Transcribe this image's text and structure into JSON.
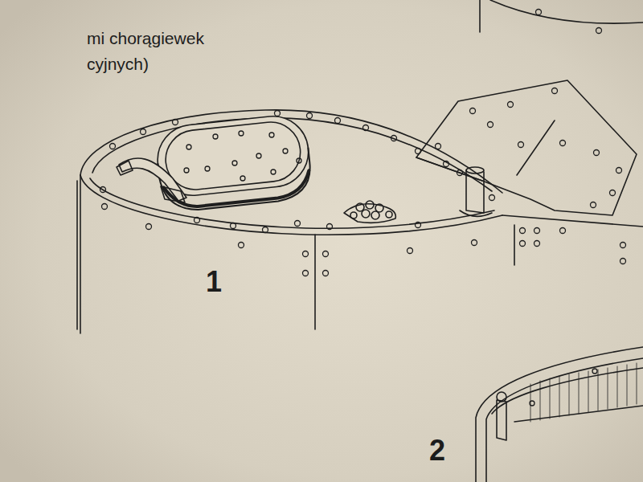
{
  "diagram": {
    "labels": [
      "mi chorągiewek",
      "cyjnych)",
      "1",
      "2"
    ]
  }
}
